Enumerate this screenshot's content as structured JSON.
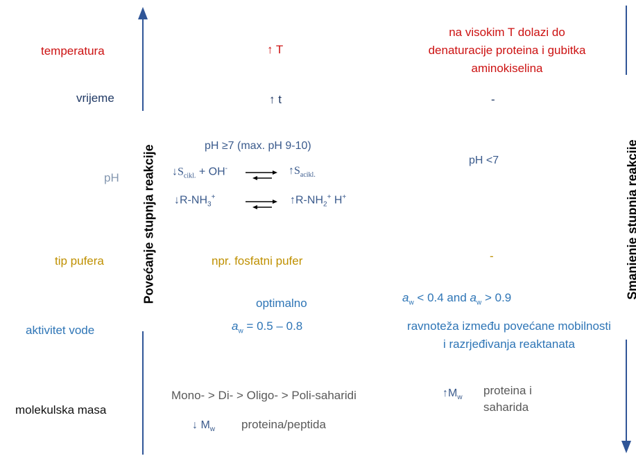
{
  "left_axis_label": "Povećanje stupnja reakcije",
  "right_axis_label": "Smanjenje stupnja reakcije",
  "rows": {
    "temperature": {
      "label": "temperatura",
      "increase": "↑ T",
      "decrease": "na visokim T dolazi do denaturacije proteina i gubitka aminokiselina",
      "color": "#cc1111"
    },
    "time": {
      "label": "vrijeme",
      "increase": "↑ t",
      "decrease": "-",
      "color": "#1f3864"
    },
    "ph": {
      "label": "pH",
      "increase_title": "pH ≥7 (max. pH 9-10)",
      "eq1_left_arrow": "↓",
      "eq1_left_S": "S",
      "eq1_left_sub": "cikl.",
      "eq1_left_plus": "+ OH",
      "eq1_left_sup": "-",
      "eq1_right_arrow": "↑",
      "eq1_right_S": "S",
      "eq1_right_sub": "acikl.",
      "eq2_left": "↓R-NH",
      "eq2_left_sub": "3",
      "eq2_left_sup": "+",
      "eq2_right": "↑R-NH",
      "eq2_right_sub": "2",
      "eq2_right_sup": "+",
      "eq2_right_tail": " H",
      "eq2_right_tail_sup": "+",
      "decrease": "pH <7",
      "color": "#8497b0"
    },
    "buffer": {
      "label": "tip pufera",
      "increase": "npr. fosfatni pufer",
      "decrease": "-",
      "color": "#bf9000"
    },
    "water_activity": {
      "label": "aktivitet vode",
      "increase_title": "optimalno",
      "increase_a": "a",
      "increase_sub": "w",
      "increase_range": " = 0.5 – 0.8",
      "decrease_a1": "a",
      "decrease_sub1": "w",
      "decrease_mid": " < 0.4 and ",
      "decrease_a2": "a",
      "decrease_sub2": "w",
      "decrease_end": " > 0.9",
      "decrease_text": "ravnoteža između povećane mobilnosti i razrjeđivanja reaktanata",
      "color": "#2e75b6"
    },
    "molecular_mass": {
      "label": "molekulska masa",
      "increase_line1": "Mono- > Di- > Oligo- > Poli-saharidi",
      "increase_arrow": "↓ M",
      "increase_sub": "w",
      "increase_line2": "proteina/peptida",
      "decrease_arrow": "↑M",
      "decrease_sub": "w",
      "decrease_text": "proteina i saharida",
      "color": "#111111"
    }
  },
  "colors": {
    "axis": "#2f5597",
    "arrow_eq": "#000000"
  }
}
